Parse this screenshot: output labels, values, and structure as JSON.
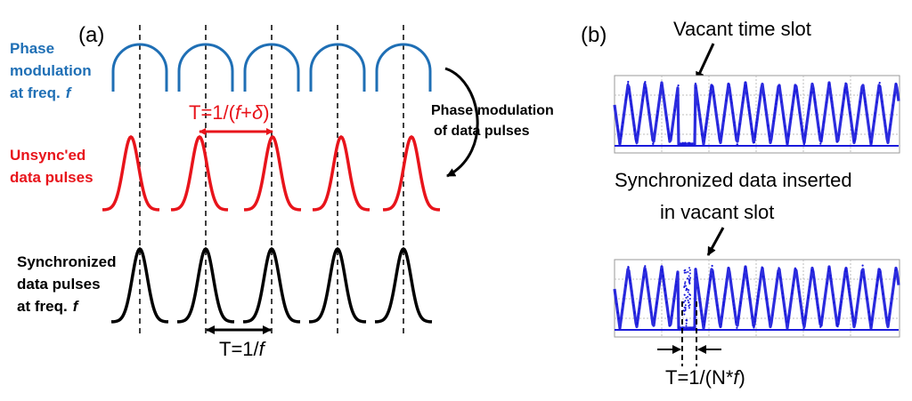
{
  "panel_a": {
    "label": "(a)",
    "phase_label": [
      "Phase",
      "modulation",
      "at freq."
    ],
    "unsync_label": [
      "Unsync'ed",
      "data pulses"
    ],
    "sync_label": [
      "Synchronized",
      "data pulses",
      "at freq."
    ],
    "freq_symbol": "f",
    "period_unsync": {
      "prefix": "T=1/(",
      "f": "f",
      "plus": "+",
      "delta": "δ",
      "close": ")"
    },
    "period_sync": {
      "prefix": "T=1/",
      "f": "f"
    },
    "annotation": [
      "Phase modulation",
      "of data pulses"
    ],
    "colors": {
      "phase": "#1f6fb5",
      "unsync": "#e8141b",
      "sync": "#000000"
    }
  },
  "panel_b": {
    "label": "(b)",
    "vacant_label": "Vacant time slot",
    "inserted_label": [
      "Synchronized data inserted",
      "in vacant slot"
    ],
    "period_label": {
      "prefix": "T=1/(N*",
      "f": "f",
      "close": ")"
    },
    "trace_color": "#1a1adb"
  }
}
